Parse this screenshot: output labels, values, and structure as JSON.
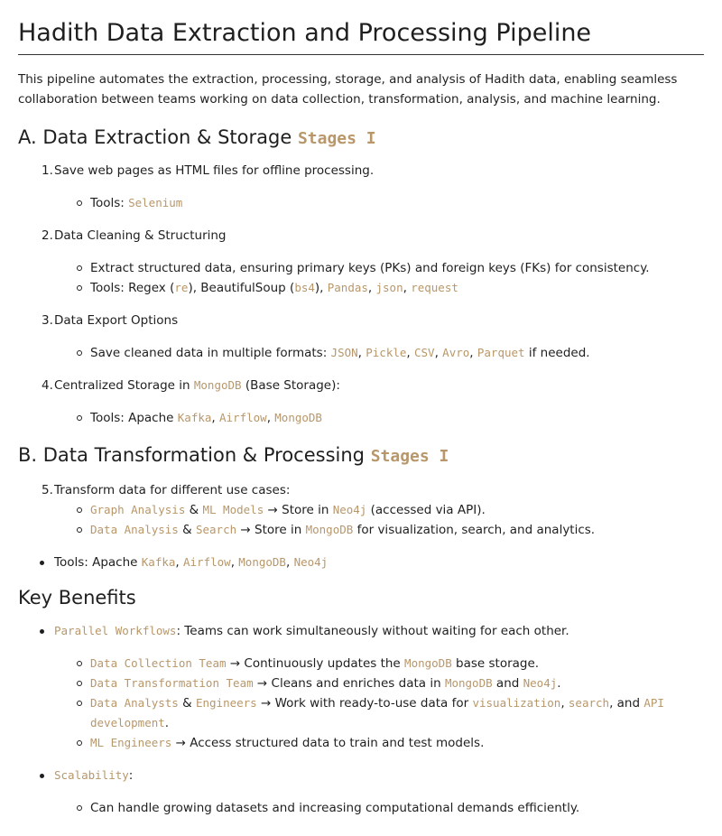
{
  "title": "Hadith Data Extraction and Processing Pipeline",
  "intro": "This pipeline automates the extraction, processing, storage, and analysis of Hadith data, enabling seamless collaboration between teams working on data collection, transformation, analysis, and machine learning.",
  "sectionA": {
    "heading": "A. Data Extraction & Storage",
    "tag": "Stages I",
    "step1": {
      "num": "1.",
      "text": "Save web pages as HTML files for offline processing.",
      "tools_label": "Tools:",
      "tool": "Selenium"
    },
    "step2": {
      "num": "2.",
      "text": "Data Cleaning & Structuring",
      "sub1": "Extract structured data, ensuring primary keys (PKs) and foreign keys (FKs) for consistency.",
      "tools_label": "Tools: Regex (",
      "re": "re",
      "bs_text": "), BeautifulSoup (",
      "bs4": "bs4",
      "close": "),",
      "pandas": "Pandas",
      "json": "json",
      "request": "request"
    },
    "step3": {
      "num": "3.",
      "text": "Data Export Options",
      "sub_text": "Save cleaned data in multiple formats:",
      "f1": "JSON",
      "f2": "Pickle",
      "f3": "CSV",
      "f4": "Avro",
      "f5": "Parquet",
      "tail": "if needed."
    },
    "step4": {
      "num": "4.",
      "text_a": "Centralized Storage in",
      "mongo": "MongoDB",
      "text_b": "(Base Storage):",
      "tools_label": "Tools: Apache",
      "t1": "Kafka",
      "t2": "Airflow",
      "t3": "MongoDB"
    }
  },
  "sectionB": {
    "heading": "B. Data Transformation & Processing",
    "tag": "Stages I",
    "step5": {
      "num": "5.",
      "text": "Transform data for different use cases:",
      "s1a": "Graph Analysis",
      "s1amp": "&",
      "s1b": "ML Models",
      "s1c": "→ Store in",
      "s1d": "Neo4j",
      "s1e": "(accessed via API).",
      "s2a": "Data Analysis",
      "s2amp": "&",
      "s2b": "Search",
      "s2c": "→ Store in",
      "s2d": "MongoDB",
      "s2e": "for visualization, search, and analytics."
    },
    "tools_label": "Tools: Apache",
    "t1": "Kafka",
    "t2": "Airflow",
    "t3": "MongoDB",
    "t4": "Neo4j"
  },
  "benefits": {
    "heading": "Key Benefits",
    "parallel": {
      "label": "Parallel Workflows",
      "text": ": Teams can work simultaneously without waiting for each other.",
      "i1a": "Data Collection Team",
      "i1b": "→ Continuously updates the",
      "i1c": "MongoDB",
      "i1d": "base storage.",
      "i2a": "Data Transformation Team",
      "i2b": "→ Cleans and enriches data in",
      "i2c": "MongoDB",
      "i2d": "and",
      "i2e": "Neo4j",
      "i2f": ".",
      "i3a": "Data Analysts",
      "i3amp": "&",
      "i3b": "Engineers",
      "i3c": "→ Work with ready-to-use data for",
      "i3d": "visualization",
      "i3e": "search",
      "i3f": ", and",
      "i3g": "API development",
      "i3h": ".",
      "i4a": "ML Engineers",
      "i4b": "→ Access structured data to train and test models."
    },
    "scalability": {
      "label": "Scalability",
      "colon": ":",
      "text": "Can handle growing datasets and increasing computational demands efficiently."
    }
  }
}
